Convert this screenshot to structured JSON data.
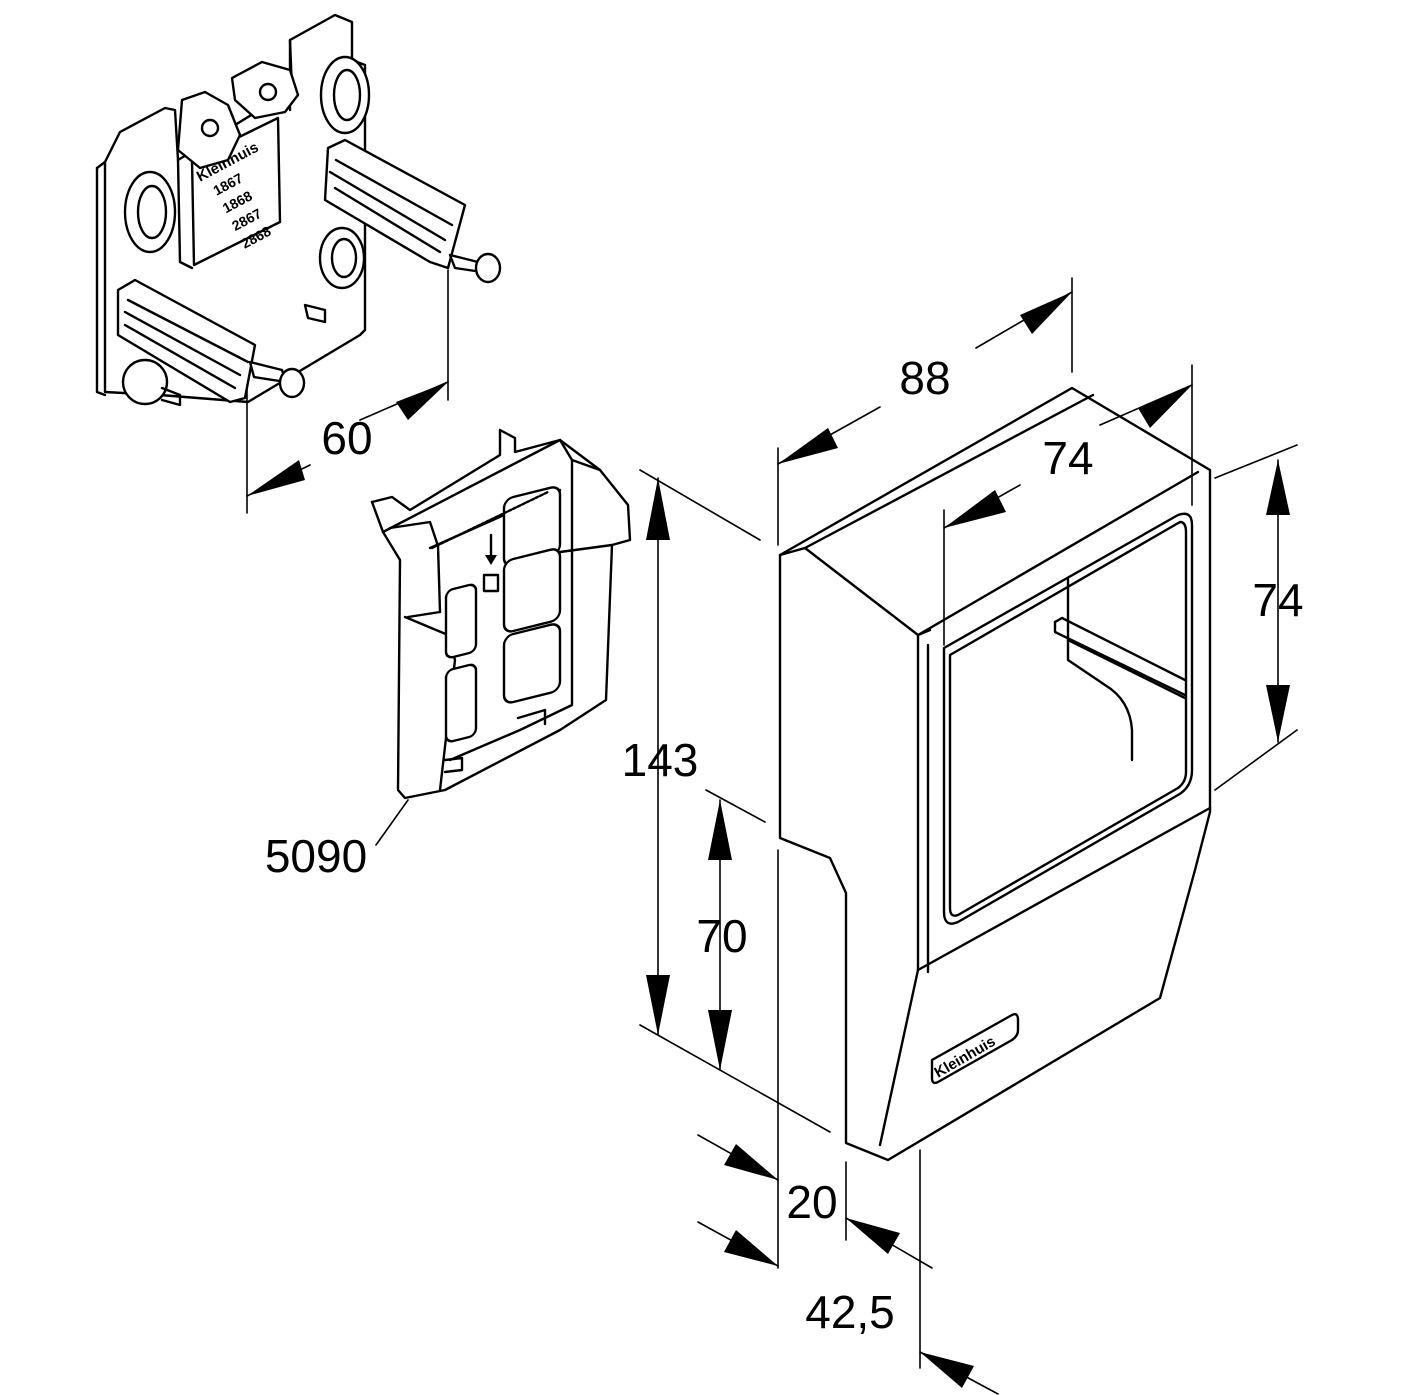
{
  "dimensions": {
    "width": "88",
    "inner_width": "74",
    "inner_height": "74",
    "height": "143",
    "lower_height": "70",
    "depth_small": "20",
    "depth_total": "42,5",
    "spacing": "60"
  },
  "part_number": "5090",
  "brand_mark": "Kleinhuis",
  "plate_label": {
    "brand": "Kleinhuis",
    "codes": [
      "1867",
      "1868",
      "2867",
      "2868"
    ]
  }
}
